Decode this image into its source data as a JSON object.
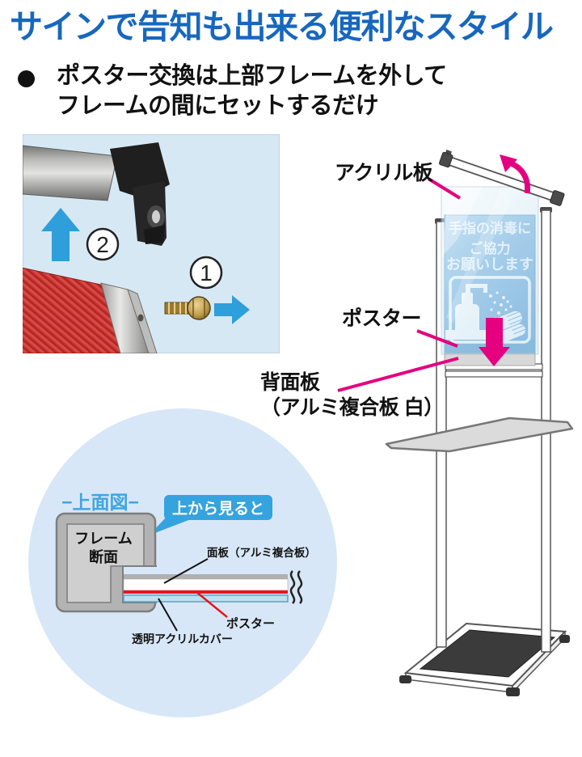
{
  "title": "サインで告知も出来る便利なスタイル",
  "bullet": {
    "line1": "ポスター交換は上部フレームを外して",
    "line2": "フレームの間にセットするだけ"
  },
  "photo": {
    "step1": "1",
    "step2": "2"
  },
  "stand": {
    "labels": {
      "acrylic": "アクリル板",
      "poster": "ポスター",
      "back1": "背面板",
      "back2": "（アルミ複合板 白）"
    },
    "poster": {
      "line1": "手指の消毒に",
      "line2": "ご協力",
      "line3": "お願いします"
    }
  },
  "diagram": {
    "title": "−上面図−",
    "bubble": "上から見ると",
    "frame1": "フレーム",
    "frame2": "断面",
    "faceplate": "面板（アルミ複合板）",
    "poster": "ポスター",
    "cover": "透明アクリルカバー"
  },
  "colors": {
    "title_blue": "#1767BE",
    "magenta": "#E4007F",
    "arrow_blue": "#2E9FDA",
    "bubble_blue": "#35A3DE",
    "circle_bg": "#D8E7F7",
    "poster_blue": "#5D9DD3",
    "poster_red_line": "#E8141E"
  }
}
